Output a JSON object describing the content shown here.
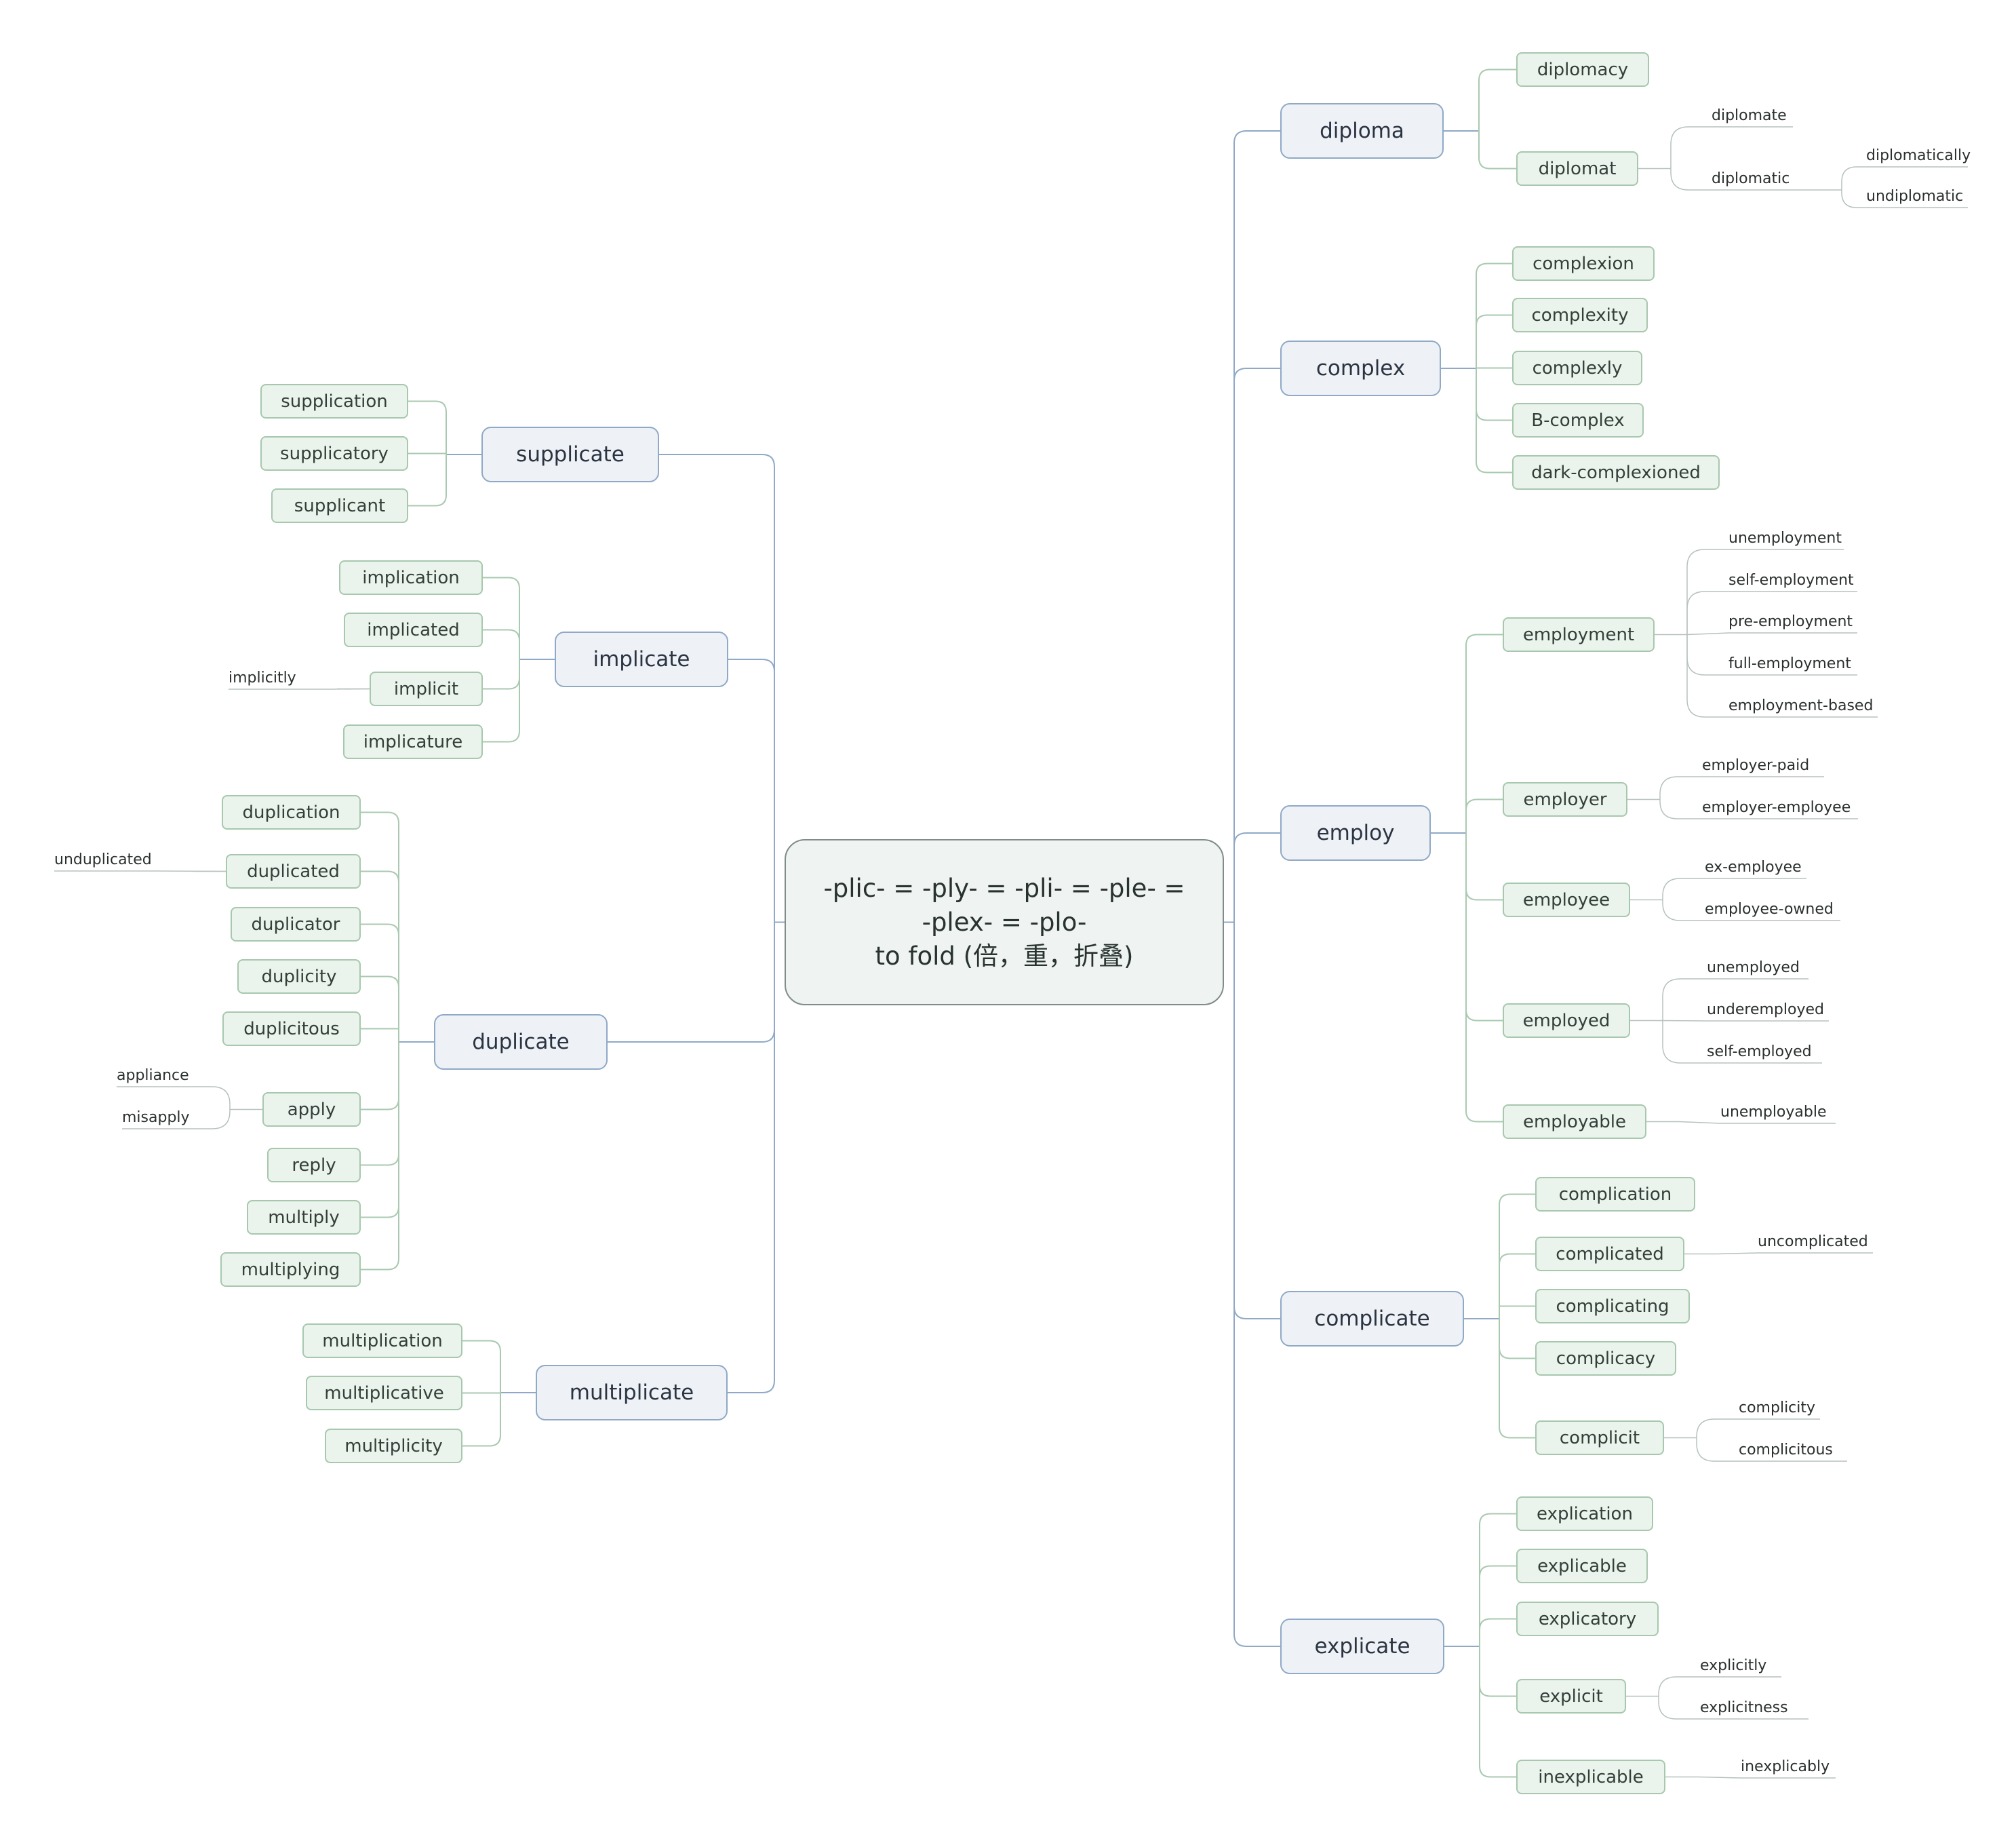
{
  "root": {
    "lines": [
      "-plic- = -ply- = -pli- = -ple- =",
      "-plex- = -plo-",
      "to fold (倍，重，折叠)"
    ]
  },
  "branches": [
    {
      "label": "diploma",
      "children": [
        {
          "label": "diplomacy",
          "children": []
        },
        {
          "label": "diplomat",
          "children": [
            {
              "label": "diplomate",
              "children": []
            },
            {
              "label": "diplomatic",
              "children": [
                {
                  "label": "diplomatically"
                },
                {
                  "label": "undiplomatic"
                }
              ]
            }
          ]
        }
      ]
    },
    {
      "label": "complex",
      "children": [
        {
          "label": "complexion",
          "children": []
        },
        {
          "label": "complexity",
          "children": []
        },
        {
          "label": "complexly",
          "children": []
        },
        {
          "label": "B-complex",
          "children": []
        },
        {
          "label": "dark-complexioned",
          "children": []
        }
      ]
    },
    {
      "label": "employ",
      "children": [
        {
          "label": "employment",
          "children": [
            {
              "label": "unemployment"
            },
            {
              "label": "self-employment"
            },
            {
              "label": "pre-employment"
            },
            {
              "label": "full-employment"
            },
            {
              "label": "employment-based"
            }
          ]
        },
        {
          "label": "employer",
          "children": [
            {
              "label": "employer-paid"
            },
            {
              "label": "employer-employee"
            }
          ]
        },
        {
          "label": "employee",
          "children": [
            {
              "label": "ex-employee"
            },
            {
              "label": "employee-owned"
            }
          ]
        },
        {
          "label": "employed",
          "children": [
            {
              "label": "unemployed"
            },
            {
              "label": "underemployed"
            },
            {
              "label": "self-employed"
            }
          ]
        },
        {
          "label": "employable",
          "children": [
            {
              "label": "unemployable"
            }
          ]
        }
      ]
    },
    {
      "label": "complicate",
      "children": [
        {
          "label": "complication",
          "children": []
        },
        {
          "label": "complicated",
          "children": [
            {
              "label": "uncomplicated"
            }
          ]
        },
        {
          "label": "complicating",
          "children": []
        },
        {
          "label": "complicacy",
          "children": []
        },
        {
          "label": "complicit",
          "children": [
            {
              "label": "complicity"
            },
            {
              "label": "complicitous"
            }
          ]
        }
      ]
    },
    {
      "label": "explicate",
      "children": [
        {
          "label": "explication",
          "children": []
        },
        {
          "label": "explicable",
          "children": []
        },
        {
          "label": "explicatory",
          "children": []
        },
        {
          "label": "explicit",
          "children": [
            {
              "label": "explicitly"
            },
            {
              "label": "explicitness"
            }
          ]
        },
        {
          "label": "inexplicable",
          "children": [
            {
              "label": "inexplicably"
            }
          ]
        }
      ]
    },
    {
      "label": "supplicate",
      "children": [
        {
          "label": "supplication",
          "children": []
        },
        {
          "label": "supplicatory",
          "children": []
        },
        {
          "label": "supplicant",
          "children": []
        }
      ]
    },
    {
      "label": "implicate",
      "children": [
        {
          "label": "implication",
          "children": []
        },
        {
          "label": "implicated",
          "children": []
        },
        {
          "label": "implicit",
          "children": [
            {
              "label": "implicitly"
            }
          ]
        },
        {
          "label": "implicature",
          "children": []
        }
      ]
    },
    {
      "label": "duplicate",
      "children": [
        {
          "label": "duplication",
          "children": []
        },
        {
          "label": "duplicated",
          "children": [
            {
              "label": "unduplicated"
            }
          ]
        },
        {
          "label": "duplicator",
          "children": []
        },
        {
          "label": "duplicity",
          "children": []
        },
        {
          "label": "duplicitous",
          "children": []
        },
        {
          "label": "apply",
          "children": [
            {
              "label": "appliance"
            },
            {
              "label": "misapply"
            }
          ]
        },
        {
          "label": "reply",
          "children": []
        },
        {
          "label": "multiply",
          "children": []
        },
        {
          "label": "multiplying",
          "children": []
        }
      ]
    },
    {
      "label": "multiplicate",
      "children": [
        {
          "label": "multiplication",
          "children": []
        },
        {
          "label": "multiplicative",
          "children": []
        },
        {
          "label": "multiplicity",
          "children": []
        }
      ]
    }
  ],
  "colors": {
    "branch_line": "#8fa9c6",
    "sub_line": "#a9c9b0",
    "leaf_line": "#b6c2bd"
  }
}
